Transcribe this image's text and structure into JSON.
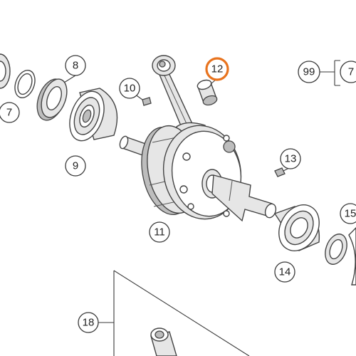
{
  "callouts": [
    {
      "label": "8",
      "highlighted": false
    },
    {
      "label": "7",
      "highlighted": false
    },
    {
      "label": "9",
      "highlighted": false
    },
    {
      "label": "10",
      "highlighted": false
    },
    {
      "label": "12",
      "highlighted": true
    },
    {
      "label": "99",
      "highlighted": false
    },
    {
      "label": "7",
      "highlighted": false
    },
    {
      "label": "13",
      "highlighted": false
    },
    {
      "label": "11",
      "highlighted": false
    },
    {
      "label": "14",
      "highlighted": false
    },
    {
      "label": "15",
      "highlighted": false
    },
    {
      "label": "18",
      "highlighted": false
    }
  ],
  "colors": {
    "highlight": "#e8731e",
    "line": "#3a3a3a",
    "part_fill": "#e6e6e6"
  }
}
